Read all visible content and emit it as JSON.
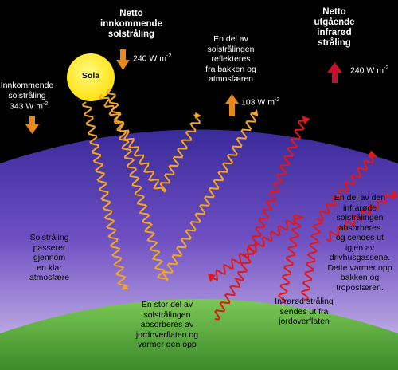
{
  "labels": {
    "net_incoming_title": "Netto\ninnkommende\nsolstråling",
    "net_incoming_value": "240 W m",
    "net_outgoing_title": "Netto\nutgående\ninfrarød\nstråling",
    "net_outgoing_value": "240 W m",
    "incoming_title": "Innkommende\nsolstråling",
    "incoming_value": "343 W m",
    "sun": "Sola",
    "reflected_text": "En del av\nsolstrålingen\nreflekteres\nfra bakken og\natmosfæren",
    "reflected_value": "103 W m",
    "passes_through": "Solstråling\npasserer\ngjennom\nen klar\natmosfære",
    "absorbed_surface": "En stor del av\nsolstrålingen\nabsorberes av\njordoverflaten og\nvarmer den opp",
    "infrared_emitted": "Infrarød stråling\nsendes ut fra\njordoverflaten",
    "infrared_absorbed": "En del av den\ninfrarøde\nsolstrålingen\nabsorberes\nog sendes ut\nigjen av\ndrivhusgassene.\nDette varmer opp\nbakken og\ntroposfæren.",
    "exponent": "-2"
  },
  "colors": {
    "space": "#000000",
    "atmosphere_top": "#4a34a8",
    "atmosphere_bottom": "#c9b6e8",
    "ground": "#6ab84a",
    "sun": "#ffee22",
    "solar_arrow": "#f3a623",
    "thick_arrow_orange": "#e8891a",
    "infrared_arrow": "#e01818",
    "thick_arrow_red": "#c8102e"
  }
}
